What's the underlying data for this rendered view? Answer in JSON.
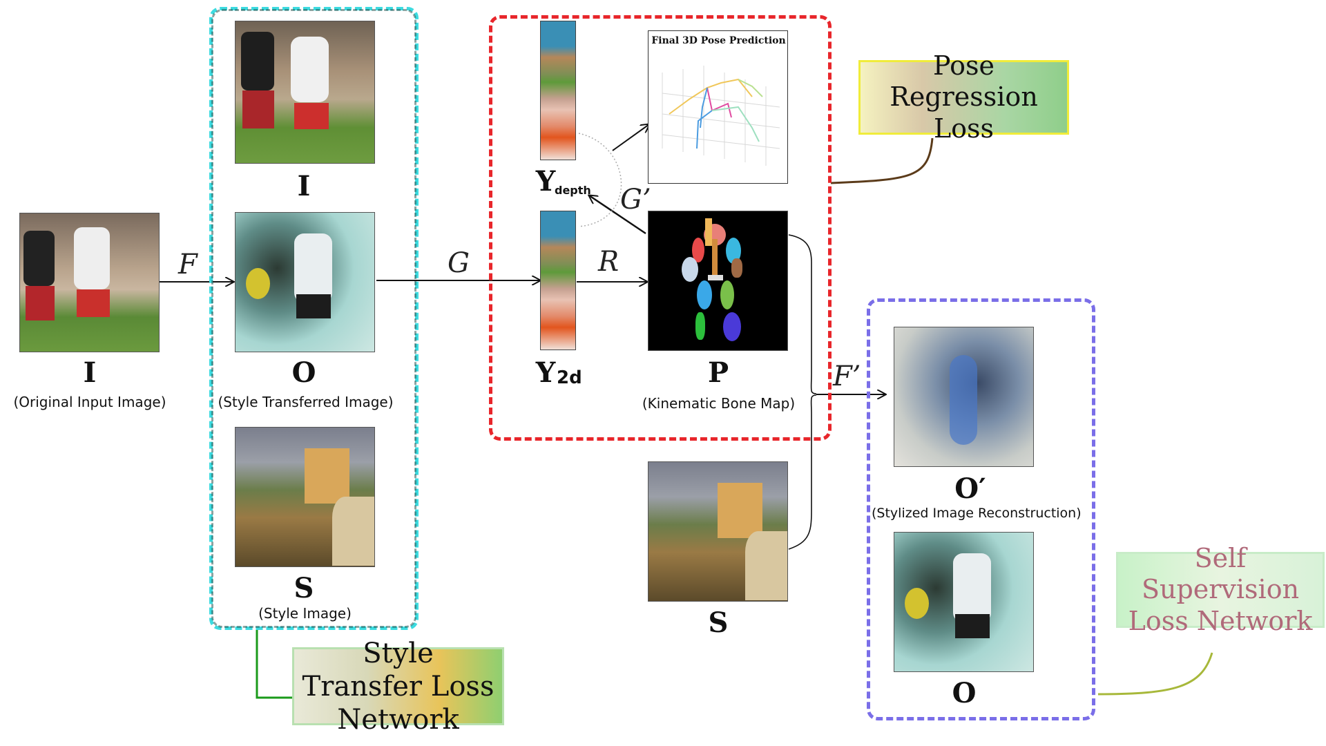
{
  "symbols": {
    "I_input": "I",
    "I_box": "I",
    "O_box": "O",
    "S_box": "S",
    "Y_depth_main": "Y",
    "Y_depth_sub": "depth",
    "Y_2d_main": "Y",
    "Y_2d_sub": "2d",
    "P": "P",
    "S_mid": "S",
    "O_prime": "O′",
    "O_self": "O"
  },
  "captions": {
    "original_input": "(Original Input Image)",
    "style_transferred": "(Style Transferred Image)",
    "style_image": "(Style Image)",
    "kinematic_bone_map": "(Kinematic Bone Map)",
    "stylized_reconstruction": "(Stylized Image Reconstruction)",
    "pose_plot_title": "Final 3D Pose Prediction"
  },
  "operators": {
    "F": "F",
    "G": "G",
    "R": "R",
    "G_prime": "G’",
    "F_prime": "F’"
  },
  "loss_labels": {
    "pose_regression": "Pose Regression Loss",
    "style_transfer": "Style Transfer Loss Network",
    "self_supervision": "Self Supervision Loss Network"
  }
}
